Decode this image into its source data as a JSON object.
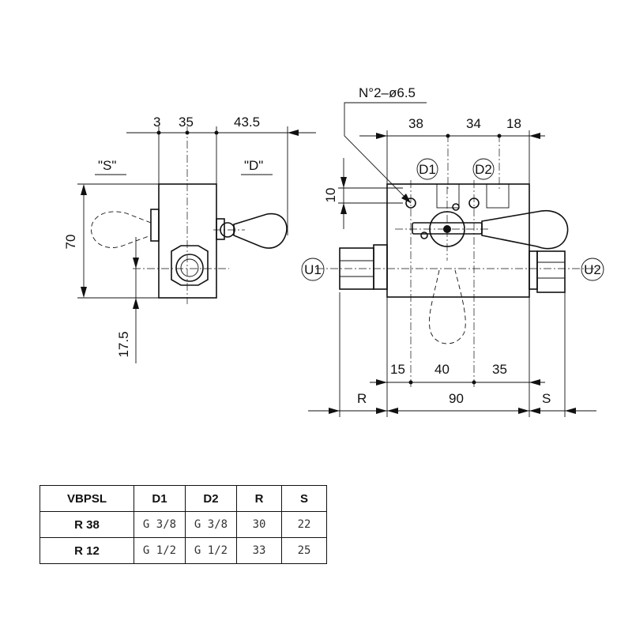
{
  "left_view": {
    "dim_3": "3",
    "dim_35": "35",
    "dim_43_5": "43.5",
    "label_s": "\"S\"",
    "label_d": "\"D\"",
    "dim_70": "70",
    "dim_17_5": "17.5"
  },
  "right_view": {
    "note_holes": "N°2–ø6.5",
    "dim_38": "38",
    "dim_34": "34",
    "dim_18": "18",
    "port_d1": "D1",
    "port_d2": "D2",
    "dim_10": "10",
    "port_u1": "U1",
    "port_u2": "U2",
    "dim_15": "15",
    "dim_40": "40",
    "dim_35b": "35",
    "dim_r": "R",
    "dim_90": "90",
    "dim_s": "S"
  },
  "table": {
    "headers": [
      "VBPSL",
      "D1",
      "D2",
      "R",
      "S"
    ],
    "rows": [
      [
        "R 38",
        "G 3/8",
        "G 3/8",
        "30",
        "22"
      ],
      [
        "R 12",
        "G 1/2",
        "G 1/2",
        "33",
        "25"
      ]
    ]
  }
}
